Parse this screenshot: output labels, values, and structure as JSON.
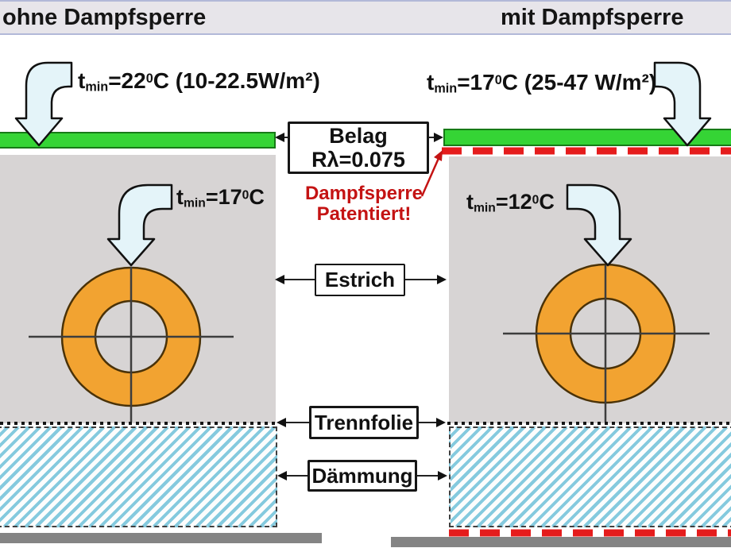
{
  "titles": {
    "left": "ohne Dampfsperre",
    "right": "mit Dampfsperre"
  },
  "surface_labels": {
    "left": {
      "t": "t",
      "sub": "min",
      "eq": "=22",
      "deg": "0",
      "unit": "C (10-22.5W/m²)"
    },
    "right": {
      "t": "t",
      "sub": "min",
      "eq": "=17",
      "deg": "0",
      "unit": "C (25-47 W/m²)"
    }
  },
  "estrich_labels": {
    "left": {
      "t": "t",
      "sub": "min",
      "eq": "=17",
      "deg": "0",
      "unit": "C"
    },
    "right": {
      "t": "t",
      "sub": "min",
      "eq": "=12",
      "deg": "0",
      "unit": "C"
    }
  },
  "layer_boxes": {
    "belag_line1": "Belag",
    "belag_line2": "Rλ=0.075",
    "estrich": "Estrich",
    "trennfolie": "Trennfolie",
    "daemmung": "Dämmung"
  },
  "annotation": {
    "line1": "Dampfsperre",
    "line2": "Patentiert!"
  },
  "colors": {
    "belag_green": "#35d435",
    "belag_green_border": "#167a16",
    "dampfsperre_red": "#e51c1c",
    "estrich_gray": "#d7d4d4",
    "pipe_orange": "#f2a331",
    "pipe_outline": "#4a3208",
    "daemmung_blue": "#85cade",
    "annotation_red": "#c41313",
    "base_gray": "#848484",
    "arrow_fill": "#e4f4f9"
  }
}
